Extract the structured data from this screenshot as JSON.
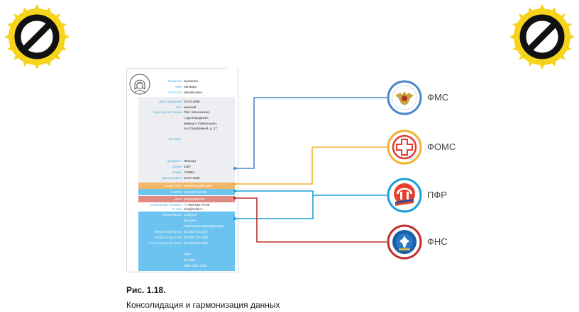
{
  "badges": {
    "left_icon": "prohibited-icon",
    "right_icon": "prohibited-icon",
    "ring_color": "#f6d41c"
  },
  "card": {
    "rows_top": [
      {
        "label": "Фамилия",
        "value": "Кузьмина"
      },
      {
        "label": "Имя",
        "value": "Зинаида"
      },
      {
        "label": "Отчество",
        "value": "Михайловна"
      }
    ],
    "rows_gray": [
      {
        "label": "Дата рождения",
        "value": "28.02.1995"
      },
      {
        "label": "Пол",
        "value": "женский"
      },
      {
        "label": "Адрес регистрации",
        "value": "Обл. Московская,"
      },
      {
        "label": "",
        "value": "г. Долгопрудный,"
      },
      {
        "label": "",
        "value": "микрор-н Павельцево,"
      },
      {
        "label": "",
        "value": "6-р Серебряный, д. 17"
      },
      {
        "label": "На карте",
        "value": ""
      },
      {
        "label": "Документ",
        "value": "Паспорт"
      },
      {
        "label": "Серия",
        "value": "4407"
      },
      {
        "label": "Номер",
        "value": "715994"
      },
      {
        "label": "Дата выдачи",
        "value": "23.07.2009"
      }
    ],
    "band_orange": {
      "label": "Полис ОМС",
      "value": "8629754126554269"
    },
    "band_blue": {
      "label": "СНИЛС",
      "value": "125-569-512 95"
    },
    "band_red": {
      "label": "ИНН",
      "value": "569824563211"
    },
    "contacts": [
      {
        "label": "Мобильный телефон",
        "value": "+7-954-632-75-65"
      },
      {
        "label": "E-mail",
        "value": "zina@mail.ru"
      }
    ],
    "education": [
      {
        "label": "Образование",
        "value": "Среднее"
      },
      {
        "label": "",
        "value": "Высшее"
      },
      {
        "label": "",
        "value": "Повышение квалификации"
      },
      {
        "label": "Пенсионный фонд",
        "value": "02.2015-01.2017"
      },
      {
        "label": "Фонды по болезни",
        "value": "02.2017-08.2023"
      },
      {
        "label": "Пенсионные выплаты",
        "value": "10.2023-02.2062"
      },
      {
        "label": "",
        "value": ""
      },
      {
        "label": "",
        "value": "ПФР"
      },
      {
        "label": "",
        "value": "02.2060"
      },
      {
        "label": "",
        "value": "2060 2061 2062"
      }
    ]
  },
  "agencies": [
    {
      "name": "ФМС",
      "color": "#4a86c8",
      "icon": "fms-eagle-emblem-icon"
    },
    {
      "name": "ФОМС",
      "color": "#f2b233",
      "icon": "foms-medical-cross-icon"
    },
    {
      "name": "ПФР",
      "color": "#1ba0d8",
      "icon": "pfr-pension-fund-icon"
    },
    {
      "name": "ФНС",
      "color": "#c0302c",
      "icon": "fns-tax-service-emblem-icon"
    }
  ],
  "caption": {
    "figure": "Рис. 1.18.",
    "text": "Консолидация и гармонизация данных"
  }
}
